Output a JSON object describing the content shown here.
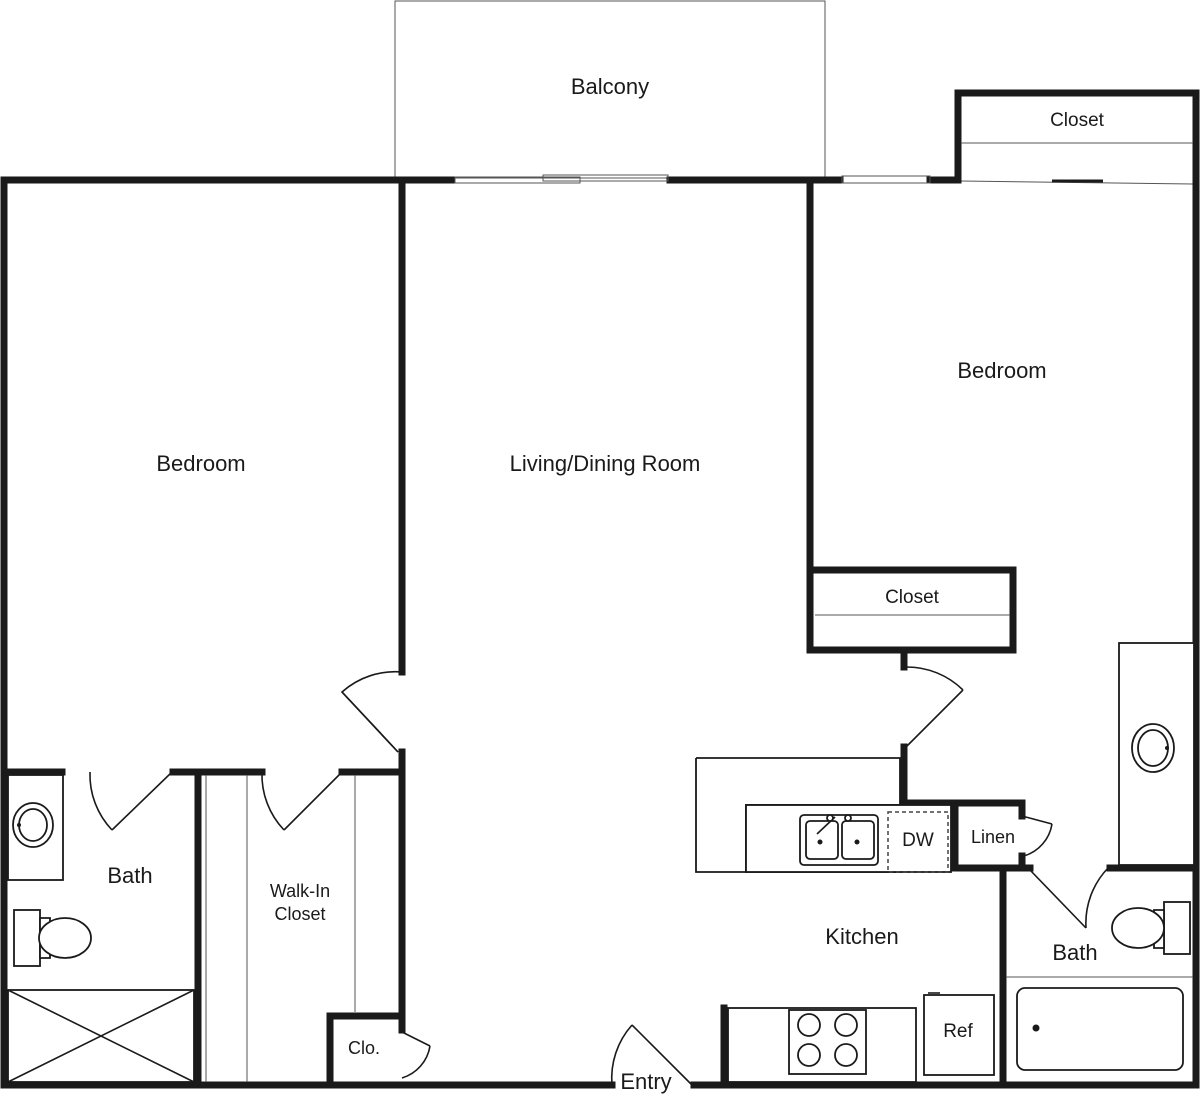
{
  "rooms": {
    "balcony": "Balcony",
    "closet_top_right": "Closet",
    "bedroom_left": "Bedroom",
    "living_dining": "Living/Dining Room",
    "bedroom_right": "Bedroom",
    "closet_right": "Closet",
    "bath_left": "Bath",
    "walk_in_closet_line1": "Walk-In",
    "walk_in_closet_line2": "Closet",
    "closet_small": "Clo.",
    "entry": "Entry",
    "kitchen": "Kitchen",
    "dishwasher": "DW",
    "linen": "Linen",
    "bath_right": "Bath",
    "refrigerator": "Ref"
  }
}
